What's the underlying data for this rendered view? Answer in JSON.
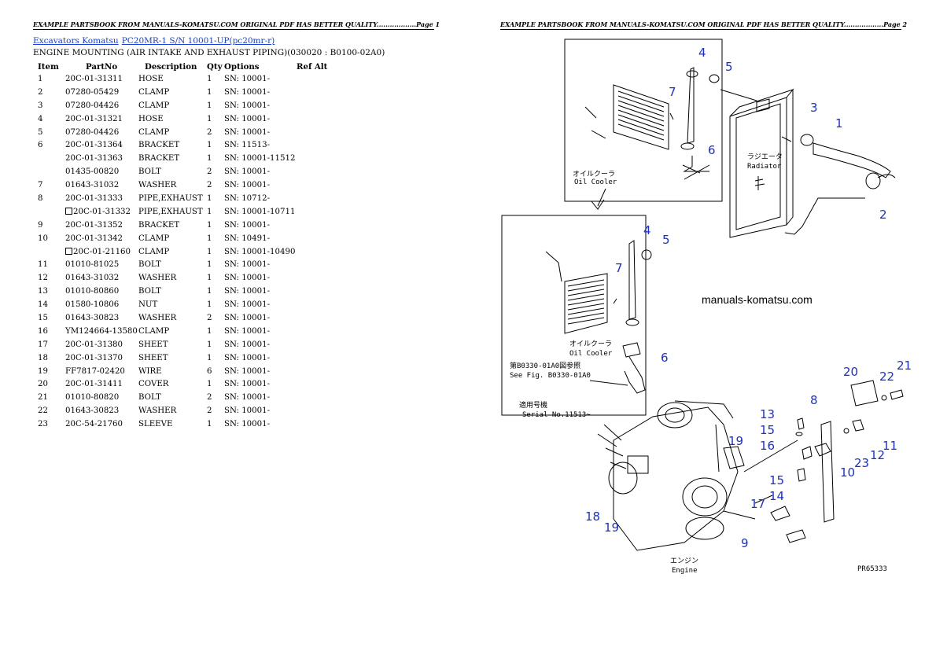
{
  "header": {
    "left": "EXAMPLE PARTSBOOK FROM MANUALS-KOMATSU.COM ORIGINAL PDF HAS BETTER QUALITY..................Page 1",
    "right": "EXAMPLE PARTSBOOK FROM MANUALS-KOMATSU.COM ORIGINAL PDF HAS BETTER QUALITY..................Page 2"
  },
  "breadcrumb": {
    "link1": "Excavators Komatsu",
    "link2": "PC20MR-1 S/N 10001-UP(pc20mr-r)"
  },
  "subtitle": "ENGINE MOUNTING (AIR INTAKE AND EXHAUST PIPING)(030020 : B0100-02A0)",
  "table": {
    "headers": {
      "item": "Item",
      "partno": "PartNo",
      "desc": "Description",
      "qty": "Qty",
      "options": "Options",
      "refalt": "Ref Alt"
    },
    "rows": [
      {
        "item": "1",
        "part": "20C-01-31311",
        "desc": "HOSE",
        "qty": "1",
        "opt": "SN: 10001-"
      },
      {
        "item": "2",
        "part": "07280-05429",
        "desc": "CLAMP",
        "qty": "1",
        "opt": "SN: 10001-"
      },
      {
        "item": "3",
        "part": "07280-04426",
        "desc": "CLAMP",
        "qty": "1",
        "opt": "SN: 10001-"
      },
      {
        "item": "4",
        "part": "20C-01-31321",
        "desc": "HOSE",
        "qty": "1",
        "opt": "SN: 10001-"
      },
      {
        "item": "5",
        "part": "07280-04426",
        "desc": "CLAMP",
        "qty": "2",
        "opt": "SN: 10001-"
      },
      {
        "item": "6",
        "part": "20C-01-31364",
        "desc": "BRACKET",
        "qty": "1",
        "opt": "SN: 11513-"
      },
      {
        "item": "",
        "part": "20C-01-31363",
        "desc": "BRACKET",
        "qty": "1",
        "opt": "SN: 10001-11512"
      },
      {
        "item": "",
        "part": "01435-00820",
        "desc": "BOLT",
        "qty": "2",
        "opt": "SN: 10001-"
      },
      {
        "item": "7",
        "part": "01643-31032",
        "desc": "WASHER",
        "qty": "2",
        "opt": "SN: 10001-"
      },
      {
        "item": "8",
        "part": "20C-01-31333",
        "desc": "PIPE,EXHAUST",
        "qty": "1",
        "opt": "SN: 10712-"
      },
      {
        "item": "",
        "part": "20C-01-31332",
        "desc": "PIPE,EXHAUST",
        "qty": "1",
        "opt": "SN: 10001-10711",
        "box": true
      },
      {
        "item": "9",
        "part": "20C-01-31352",
        "desc": "BRACKET",
        "qty": "1",
        "opt": "SN: 10001-"
      },
      {
        "item": "10",
        "part": "20C-01-31342",
        "desc": "CLAMP",
        "qty": "1",
        "opt": "SN: 10491-"
      },
      {
        "item": "",
        "part": "20C-01-21160",
        "desc": "CLAMP",
        "qty": "1",
        "opt": "SN: 10001-10490",
        "box": true
      },
      {
        "item": "11",
        "part": "01010-81025",
        "desc": "BOLT",
        "qty": "1",
        "opt": "SN: 10001-"
      },
      {
        "item": "12",
        "part": "01643-31032",
        "desc": "WASHER",
        "qty": "1",
        "opt": "SN: 10001-"
      },
      {
        "item": "13",
        "part": "01010-80860",
        "desc": "BOLT",
        "qty": "1",
        "opt": "SN: 10001-"
      },
      {
        "item": "14",
        "part": "01580-10806",
        "desc": "NUT",
        "qty": "1",
        "opt": "SN: 10001-"
      },
      {
        "item": "15",
        "part": "01643-30823",
        "desc": "WASHER",
        "qty": "2",
        "opt": "SN: 10001-"
      },
      {
        "item": "16",
        "part": "YM124664-13580",
        "desc": "CLAMP",
        "qty": "1",
        "opt": "SN: 10001-"
      },
      {
        "item": "17",
        "part": "20C-01-31380",
        "desc": "SHEET",
        "qty": "1",
        "opt": "SN: 10001-"
      },
      {
        "item": "18",
        "part": "20C-01-31370",
        "desc": "SHEET",
        "qty": "1",
        "opt": "SN: 10001-"
      },
      {
        "item": "19",
        "part": "FF7817-02420",
        "desc": "WIRE",
        "qty": "6",
        "opt": "SN: 10001-"
      },
      {
        "item": "20",
        "part": "20C-01-31411",
        "desc": "COVER",
        "qty": "1",
        "opt": "SN: 10001-"
      },
      {
        "item": "21",
        "part": "01010-80820",
        "desc": "BOLT",
        "qty": "2",
        "opt": "SN: 10001-"
      },
      {
        "item": "22",
        "part": "01643-30823",
        "desc": "WASHER",
        "qty": "2",
        "opt": "SN: 10001-"
      },
      {
        "item": "23",
        "part": "20C-54-21760",
        "desc": "SLEEVE",
        "qty": "1",
        "opt": "SN: 10001-"
      }
    ]
  },
  "diagram": {
    "watermark": "manuals-komatsu.com",
    "oil_cooler_jp": "オイルクーラ",
    "oil_cooler_en": "Oil Cooler",
    "radiator_jp": "ラジエータ",
    "radiator_en": "Radiator",
    "see_fig_jp": "第B0330-01A0図参照",
    "see_fig_en": "See Fig. B0330-01A0",
    "serial_jp": "適用号機",
    "serial_en": "Serial No.11513~",
    "engine_jp": "エンジン",
    "engine_en": "Engine",
    "fig_code": "PR65333",
    "callouts": [
      "1",
      "2",
      "3",
      "4",
      "5",
      "6",
      "7",
      "4",
      "5",
      "6",
      "7",
      "8",
      "9",
      "10",
      "11",
      "12",
      "13",
      "14",
      "15",
      "15",
      "16",
      "17",
      "18",
      "19",
      "19",
      "20",
      "21",
      "22",
      "23"
    ]
  }
}
